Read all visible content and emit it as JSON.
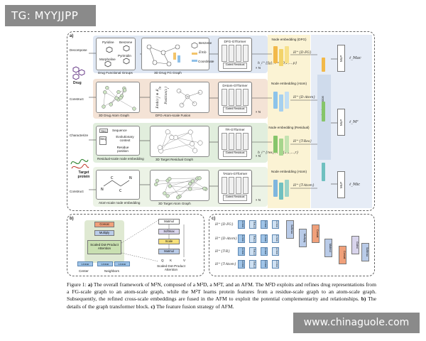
{
  "watermarks": {
    "top": "TG: MYYJJPP",
    "bottom": "www.chinaguole.com"
  },
  "panel_a": {
    "label": "a)",
    "row1": {
      "action": "Decompose",
      "groups_caption": "Drug Functional Groups",
      "groups": [
        "Pyridine",
        "Benzene",
        "Morpholine",
        "Pyrimidin"
      ],
      "graph_caption": "3D Drug FG Graph",
      "graph_legend": [
        "Benzene",
        "Emb",
        "Coordinate"
      ],
      "transformer": "DFG-GTformer",
      "embed_title": "Node embedding (DFG)",
      "embed_symbol": "H^{D-FG}",
      "index_formula": "h_i^{fg}, i = {0,1,...,p}"
    },
    "drug_label": "Drug",
    "row2": {
      "action": "Construct",
      "graph_caption": "3D Drug Atom Graph",
      "fusion_caption": "DFG-Atom-scale Fusion",
      "transformer": "DAtom-GTformer",
      "embed_title": "Node embedding (Atom)",
      "embed_symbol": "H^{D-Atom}"
    },
    "row3": {
      "action": "Characterize",
      "items": [
        "Sequence",
        "Evolutionary context",
        "Residue position"
      ],
      "left_caption": "Residual-scale node embedding",
      "graph_caption": "3D Target Residual Graph",
      "transformer": "TR-GTformer",
      "embed_title": "Node embedding (Residual)",
      "embed_symbol": "H^{T-Res}",
      "index_formula": "h_i^{res}, i = {0,1,...,r}"
    },
    "target_label": "Target protein",
    "row4": {
      "action": "Construct",
      "left_caption": "Atom-scale node embedding",
      "graph_caption": "3D Target Atom Graph",
      "transformer": "TAtom-GTformer",
      "embed_title": "Node embedding (Atom)",
      "embed_symbol": "H^{T-Atom}"
    },
    "fusion_label": "Adaptive Fusion",
    "mlp_label": "MLP",
    "outputs": [
      "ℓ_Mac",
      "ℓ_M²",
      "ℓ_Mic"
    ],
    "gt_blocks": [
      "Linear",
      "Multi-head",
      "Layer Norm",
      "Linear"
    ],
    "gated_label": "Gated Residual",
    "xn_label": "× N"
  },
  "panel_b": {
    "label": "b)",
    "stack": [
      "Concat",
      "Multiply",
      "Scaled Dot-Product Attention"
    ],
    "inputs": [
      "Linear",
      "Linear",
      "Linear"
    ],
    "bottom_labels": [
      "Center",
      "Neighbors"
    ],
    "right_stack": [
      "Matmul",
      "Softmax",
      "Scale",
      "Matmul"
    ],
    "qkv": [
      "Q",
      "K",
      "V"
    ],
    "right_caption": "Scaled Dot-Product Attention"
  },
  "panel_c": {
    "label": "c)",
    "symbols": [
      "H^{D-FG}",
      "H^{D-Atom}",
      "H^{T-R}",
      "H^{T-Atom}"
    ],
    "blocks": [
      "Linear",
      "ReLU",
      "Linear",
      "Softmax",
      "Multiply",
      "Concat",
      "Matmul",
      "Gated"
    ]
  },
  "caption": {
    "lead": "Figure 1:",
    "a_tag": "a)",
    "a_text": " The overall framework of M²N, composed of a M²D, a M²T, and an AFM. The M²D exploits and refines drug representations from a FG-scale graph to an atom-scale graph, while the M²T learns protein features from a residue-scale graph to an atom-scale graph. Subsequently, the refined cross-scale embeddings are fused in the AFM to exploit the potential complementarity and relationships.",
    "b_tag": "b)",
    "b_text": " The details of the graph transformer block.",
    "c_tag": "c)",
    "c_text": " The feature fusion strategy of AFM."
  },
  "colors": {
    "blue": "#dfe7f3",
    "peach": "#f4e3d6",
    "green": "#e1eedd",
    "yellow": "#fbf3d4",
    "fusion": "#cfdbec",
    "linear": "#9fc4e8"
  }
}
